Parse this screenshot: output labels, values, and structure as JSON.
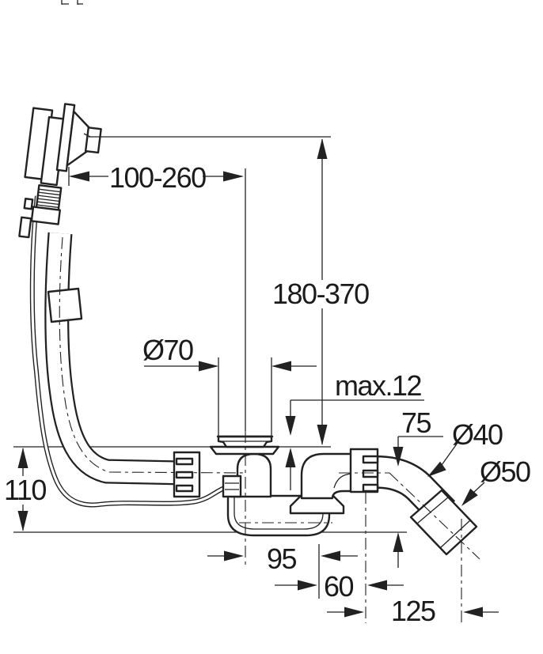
{
  "drawing": {
    "subject": "bath-waste-overflow-filler-set-dimension-drawing",
    "background": "#ffffff",
    "line_color": "#222222",
    "labels": {
      "overflow_reach": "100-260",
      "overflow_height": "180-370",
      "flange_diameter": "Ø70",
      "rim_thickness": "max.12",
      "outlet_center_height": "75",
      "outlet_pipe_diameter": "Ø40",
      "connector_diameter": "Ø50",
      "trap_depth": "110",
      "drain_to_trap_outlet": "95",
      "trap_to_elbow_offset": "60",
      "elbow_to_connector_end": "125"
    }
  }
}
